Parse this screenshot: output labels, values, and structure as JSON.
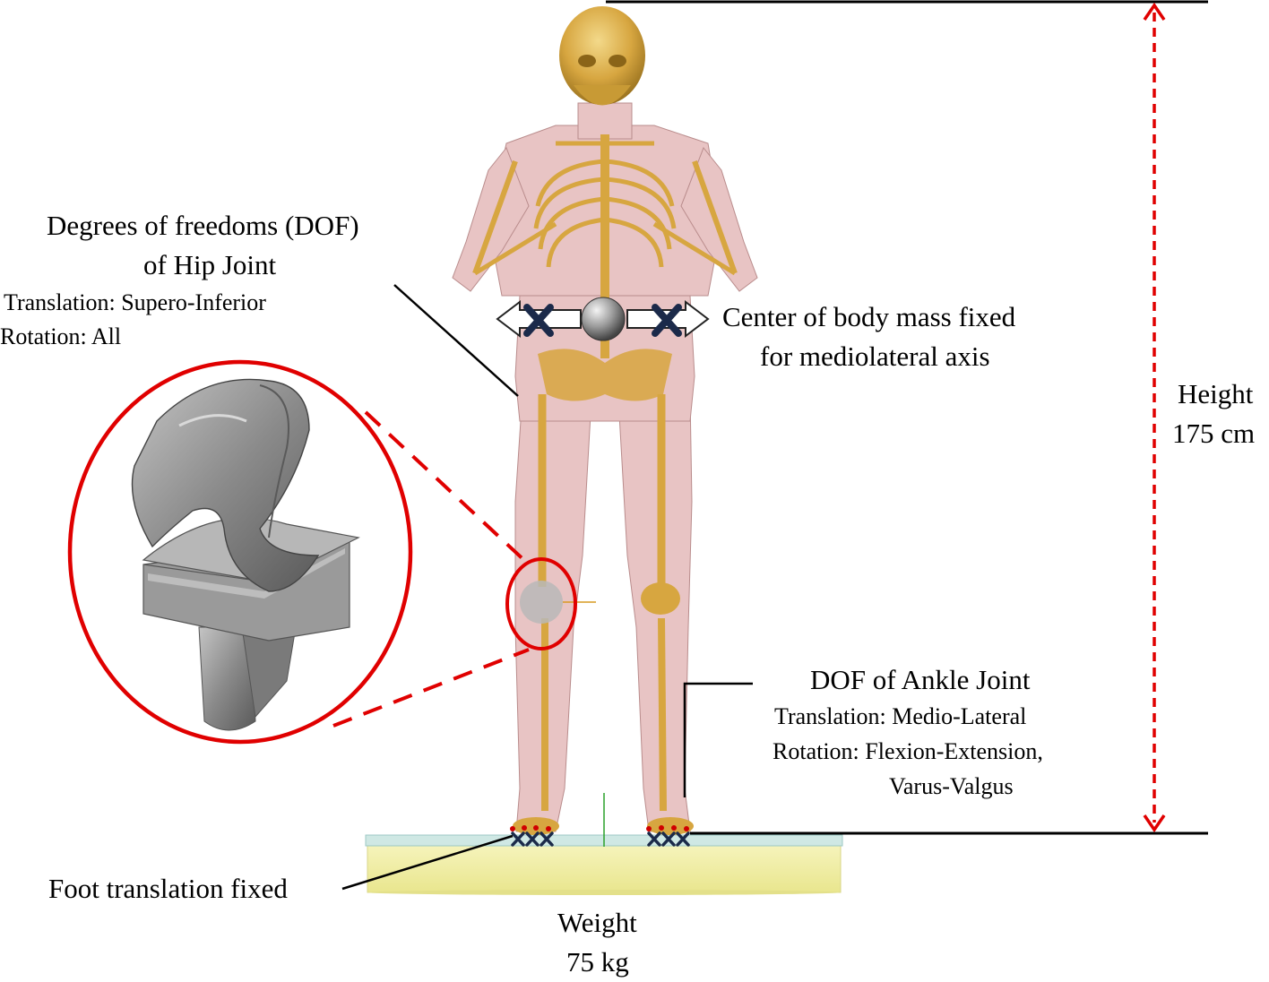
{
  "hip": {
    "title_line1": "Degrees of freedoms (DOF)",
    "title_line2": "of Hip Joint",
    "translation": "Translation:  Supero-Inferior",
    "rotation": "Rotation: All"
  },
  "center_mass": {
    "line1": "Center of body mass fixed",
    "line2": "for mediolateral axis"
  },
  "height": {
    "label": "Height",
    "value": "175 cm"
  },
  "ankle": {
    "title": "DOF of Ankle Joint",
    "translation": "Translation:  Medio-Lateral",
    "rotation_line1": "Rotation: Flexion-Extension,",
    "rotation_line2": "Varus-Valgus"
  },
  "foot": {
    "label": "Foot translation fixed"
  },
  "weight": {
    "label": "Weight",
    "value": "75 kg"
  },
  "colors": {
    "muscle": "#e8c4c4",
    "bone": "#d7a640",
    "implant": "#8f8f8f",
    "highlight_red": "#e00000",
    "platform": "#f2f0a8"
  }
}
